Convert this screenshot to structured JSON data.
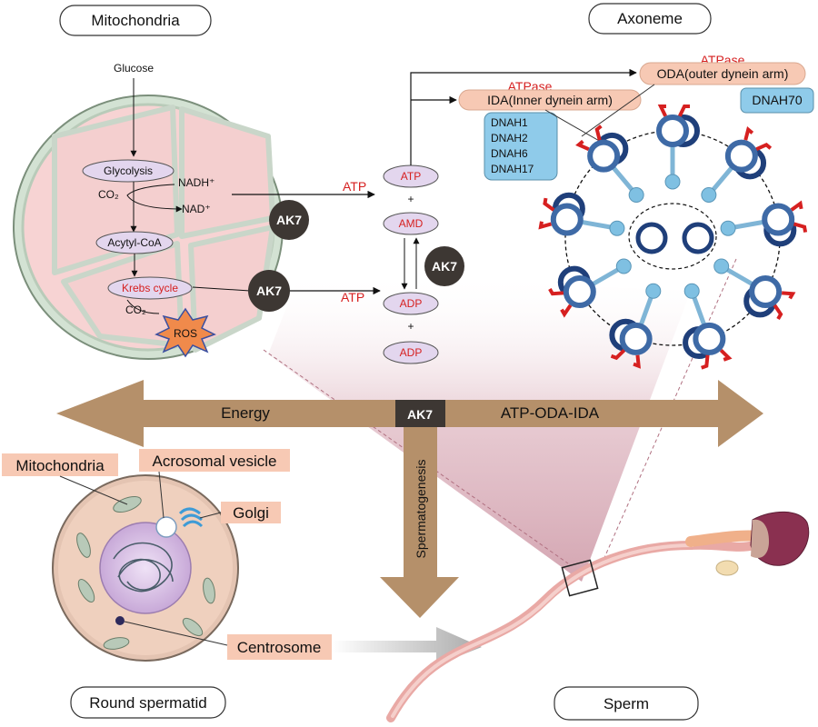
{
  "titles": {
    "mitochondria": "Mitochondria",
    "axoneme": "Axoneme",
    "round_spermatid": "Round spermatid",
    "sperm": "Sperm"
  },
  "mito": {
    "glucose": "Glucose",
    "glycolysis": "Glycolysis",
    "nadh": "NADH⁺",
    "co2_a": "CO₂",
    "nad": "NAD⁺",
    "acyl": "Acytyl-CoA",
    "krebs": "Krebs cycle",
    "co2_b": "CO₂",
    "ros": "ROS",
    "ak7_a": "AK7",
    "ak7_b": "AK7",
    "atp_a": "ATP",
    "atp_b": "ATP"
  },
  "middle": {
    "atp": "ATP",
    "plus1": "+",
    "amd": "AMD",
    "adp1": "ADP",
    "plus2": "+",
    "adp2": "ADP",
    "ak7": "AK7"
  },
  "axoneme": {
    "atpase_ida": "ATPase",
    "atpase_oda": "ATPase",
    "ida": "IDA(Inner dynein arm)",
    "oda": "ODA(outer dynein arm)",
    "dnah_list": [
      "DNAH1",
      "DNAH2",
      "DNAH6",
      "DNAH17"
    ],
    "dnah70": "DNAH70"
  },
  "arrow": {
    "energy": "Energy",
    "center": "AK7",
    "right": "ATP-ODA-IDA",
    "down": "Spermatogenesis"
  },
  "cell": {
    "mitochondria": "Mitochondria",
    "acrosomal": "Acrosomal vesicle",
    "golgi": "Golgi",
    "centrosome": "Centrosome"
  },
  "colors": {
    "arrow_brown": "#b5906a",
    "ak7_dark": "#3d3733",
    "ellipse_fill": "#e3d6ee",
    "label_box": "#f7c9b4",
    "dnah_box": "#8fcbea",
    "red_text": "#d62020",
    "mito_fill": "#f7d3d3",
    "mito_border": "#c6d8c6"
  }
}
